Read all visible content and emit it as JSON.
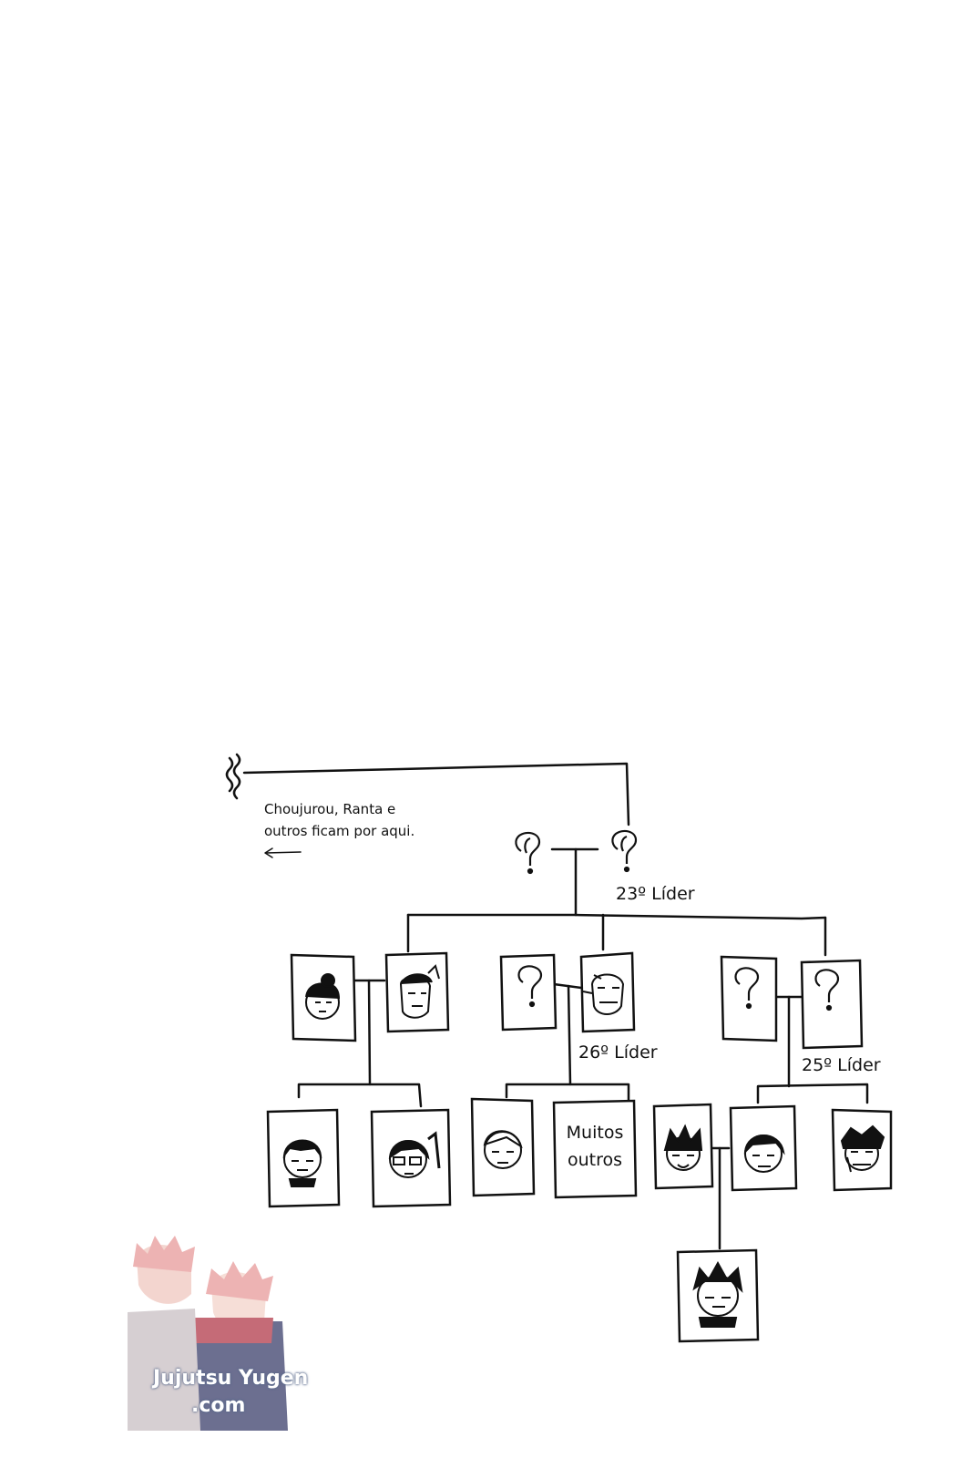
{
  "diagram": {
    "note_line1": "Choujurou, Ranta e",
    "note_line2": "outros ficam por aqui.",
    "leader_23": "23º Líder",
    "leader_26": "26º Líder",
    "leader_25": "25º Líder",
    "others_line1": "Muitos",
    "others_line2": "outros",
    "unknown_symbol": "?"
  },
  "watermark": {
    "line1": "Jujutsu Yugen",
    "line2": ".com"
  },
  "colors": {
    "ink": "#111111",
    "paper": "#ffffff",
    "watermark_hair": "#e89a9a",
    "watermark_scarf": "#b23a4a",
    "watermark_coat": "#3b3f6b"
  },
  "icons": [
    "squiggle-icon",
    "left-arrow-icon",
    "question-mark-icon",
    "face-portrait-icon"
  ]
}
